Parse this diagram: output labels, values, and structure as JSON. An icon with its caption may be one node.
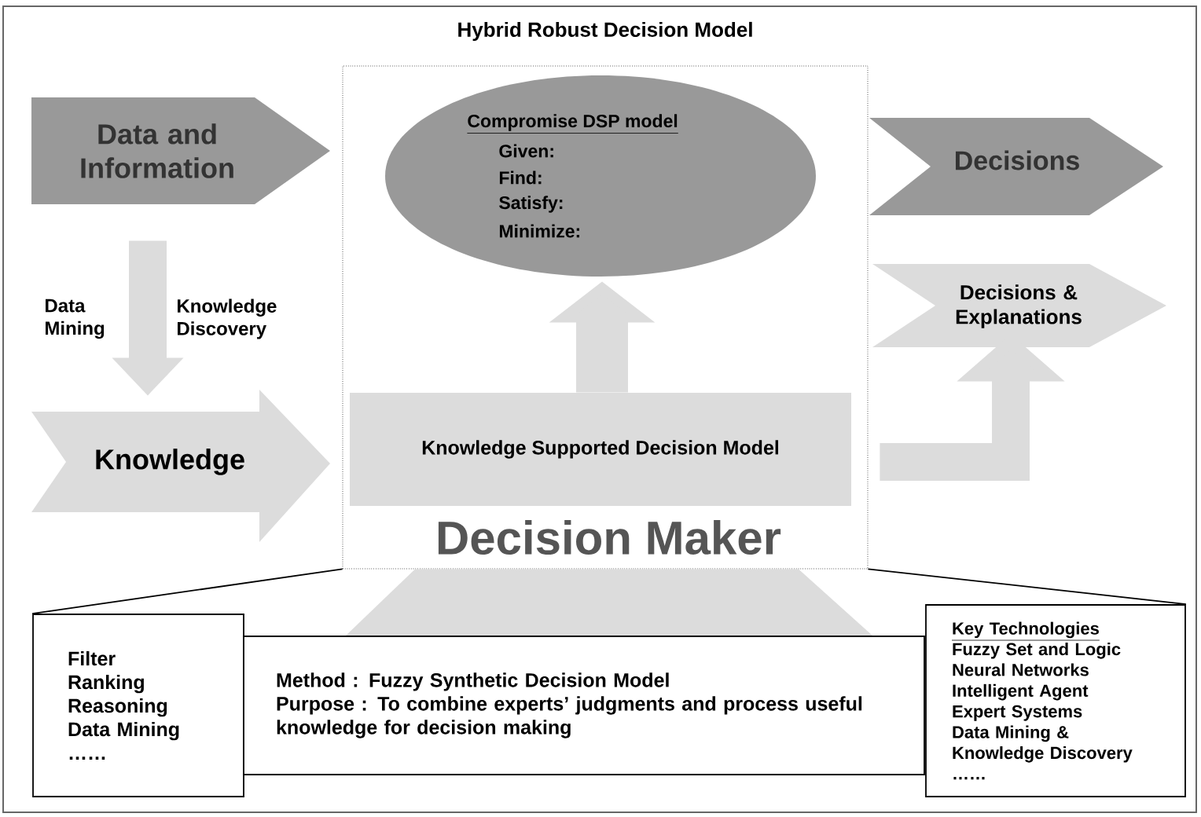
{
  "diagram": {
    "title": "Hybrid Robust Decision Model",
    "nodes": [
      {
        "text": [
          "Decision Maker"
        ]
      },
      {
        "text": [
          "Compromise DSP model",
          "Given:",
          "Find:",
          "Satisfy:",
          "Minimize:"
        ],
        "in": 0
      },
      {
        "text": [
          "Knowledge Supported Decision Model"
        ],
        "in": 0
      },
      {
        "text": [
          "Data and Information"
        ]
      },
      {
        "text": [
          "Knowledge"
        ]
      },
      {
        "text": [
          "Decisions"
        ]
      },
      {
        "text": [
          "Decisions & Explanations"
        ]
      },
      {
        "text": [
          "Filter",
          "Ranking",
          "Reasoning",
          "Data Mining",
          "……"
        ]
      },
      {
        "text": [
          "Method : Fuzzy Synthetic Decision Model",
          "Purpose : To combine experts’ judgments and process useful knowledge for decision making"
        ]
      },
      {
        "text": [
          "Key Technologies",
          "Fuzzy Set and Logic",
          "Neural Networks",
          "Intelligent Agent",
          "Expert Systems",
          "Data Mining & Knowledge Discovery",
          "……"
        ]
      }
    ],
    "edges": [
      {
        "from": 3,
        "to": 4,
        "arrow": "to"
      },
      {
        "from": 2,
        "to": 1,
        "arrow": "to"
      },
      {
        "from": 2,
        "to": 6,
        "arrow": "to"
      },
      {
        "from": 8,
        "to": 0,
        "arrow": "none"
      },
      {
        "from": 0,
        "to": 7,
        "arrow": "none",
        "color": "#000000"
      },
      {
        "from": 0,
        "to": 9,
        "arrow": "none",
        "color": "#000000"
      }
    ],
    "labels": [
      "Data Mining",
      "Knowledge Discovery"
    ]
  }
}
